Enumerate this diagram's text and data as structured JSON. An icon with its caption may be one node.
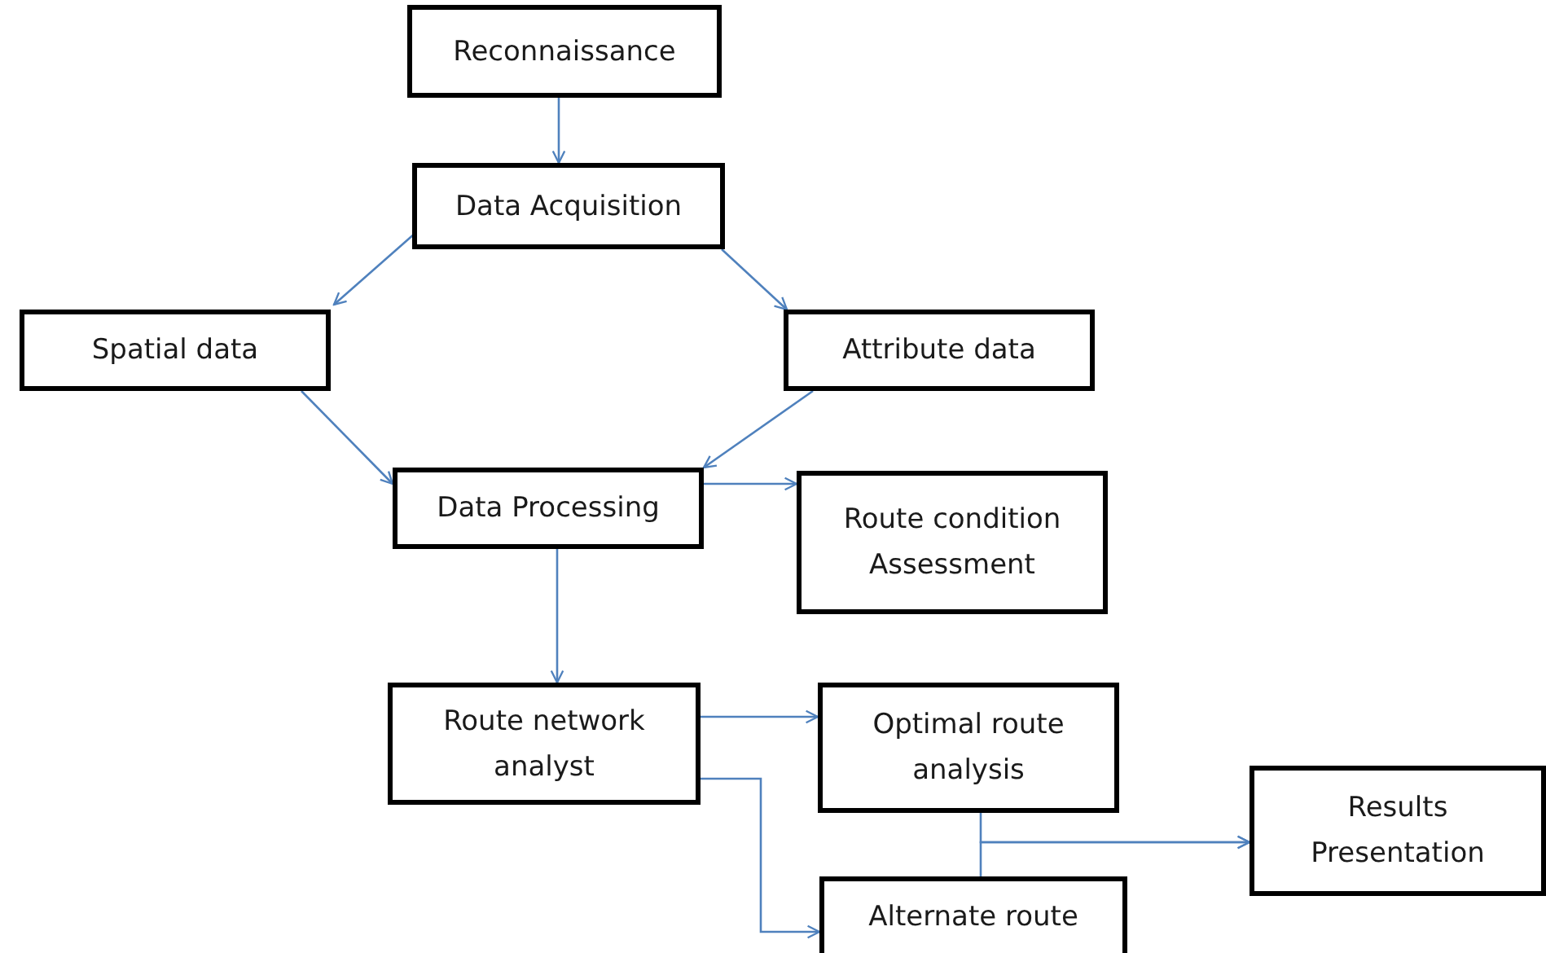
{
  "diagram": {
    "nodes": [
      {
        "text": [
          "Reconnaissance"
        ]
      },
      {
        "text": [
          "Data Acquisition"
        ]
      },
      {
        "text": [
          "Spatial data"
        ]
      },
      {
        "text": [
          "Attribute data"
        ]
      },
      {
        "text": [
          "Data Processing"
        ]
      },
      {
        "text": [
          "Route condition Assessment"
        ]
      },
      {
        "text": [
          "Route network analyst"
        ]
      },
      {
        "text": [
          "Optimal route analysis"
        ]
      },
      {
        "text": [
          "Results Presentation"
        ]
      },
      {
        "text": [
          "Alternate route"
        ]
      }
    ],
    "edges": [
      {
        "from": 0,
        "to": 1,
        "arrow": "to"
      },
      {
        "from": 1,
        "to": 2,
        "arrow": "to"
      },
      {
        "from": 1,
        "to": 3,
        "arrow": "to"
      },
      {
        "from": 2,
        "to": 4,
        "arrow": "to"
      },
      {
        "from": 3,
        "to": 4,
        "arrow": "to"
      },
      {
        "from": 4,
        "to": 5,
        "arrow": "to"
      },
      {
        "from": 4,
        "to": 6,
        "arrow": "to"
      },
      {
        "from": 6,
        "to": 7,
        "arrow": "to"
      },
      {
        "from": 6,
        "to": 9,
        "arrow": "to"
      },
      {
        "from": 7,
        "to": 8,
        "arrow": "to"
      },
      {
        "from": 9,
        "to": 8,
        "arrow": "to"
      }
    ]
  }
}
